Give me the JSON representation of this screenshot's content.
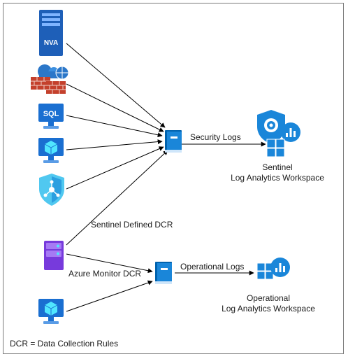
{
  "diagram": {
    "sources": [
      {
        "id": "nva",
        "icon": "nva-server-icon",
        "text": "NVA"
      },
      {
        "id": "firewall",
        "icon": "cloud-firewall-icon"
      },
      {
        "id": "sql",
        "icon": "sql-server-icon",
        "text": "SQL"
      },
      {
        "id": "vm1",
        "icon": "virtual-machine-icon"
      },
      {
        "id": "hub",
        "icon": "shield-hub-icon"
      },
      {
        "id": "hybrid",
        "icon": "hybrid-server-icon"
      },
      {
        "id": "vm2",
        "icon": "virtual-machine-icon"
      }
    ],
    "labels": {
      "security_logs": "Security Logs",
      "operational_logs": "Operational Logs",
      "sentinel_dcr": "Sentinel Defined DCR",
      "azure_monitor_dcr": "Azure Monitor DCR",
      "sentinel_line1": "Sentinel",
      "sentinel_line2": "Log Analytics Workspace",
      "operational_line1": "Operational",
      "operational_line2": "Log Analytics Workspace",
      "footer": "DCR = Data Collection Rules"
    },
    "colors": {
      "blue": "#0078d4",
      "light_blue": "#50e6ff",
      "purple": "#773adc",
      "brick": "#c4402c",
      "frame": "#7a7a7a"
    }
  }
}
